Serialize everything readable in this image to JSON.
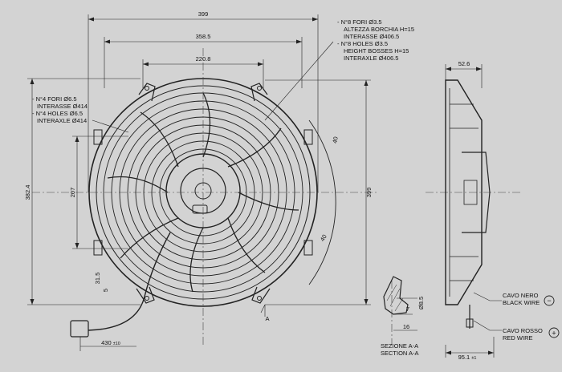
{
  "dims": {
    "overall_width": "399",
    "boss_spacing": "358.5",
    "inner_width": "220.8",
    "overall_height_left": "382.4",
    "inner_height": "207",
    "overall_height_right": "399",
    "depth": "52.6",
    "depth_total": "95.1",
    "depth_total_tol": "±1",
    "cable_length": "430",
    "cable_length_tol": "±10",
    "bracket_a": "40",
    "bracket_b": "40",
    "slot_width": "31.5",
    "slot_height": "5",
    "section_dia": "Ø8.5",
    "section_d1": "7",
    "section_d2": "16"
  },
  "notes": {
    "left": [
      "- N°4 FORI Ø6.5",
      "INTERASSE Ø414",
      "- N°4 HOLES Ø6.5",
      "INTERAXLE Ø414"
    ],
    "right": [
      "- N°8 FORI Ø3.5",
      "ALTEZZA BORCHIA H=15",
      "INTERASSE Ø406.5",
      "- N°8 HOLES Ø3.5",
      "HEIGHT BOSSES H=15",
      "INTERAXLE Ø406.5"
    ]
  },
  "section_label": "A",
  "section_caption": [
    "SEZIONE A-A",
    "SECTION A-A"
  ],
  "wires": {
    "black": [
      "CAVO NERO",
      "BLACK WIRE"
    ],
    "red": [
      "CAVO ROSSO",
      "RED WIRE"
    ],
    "minus": "−",
    "plus": "+"
  }
}
